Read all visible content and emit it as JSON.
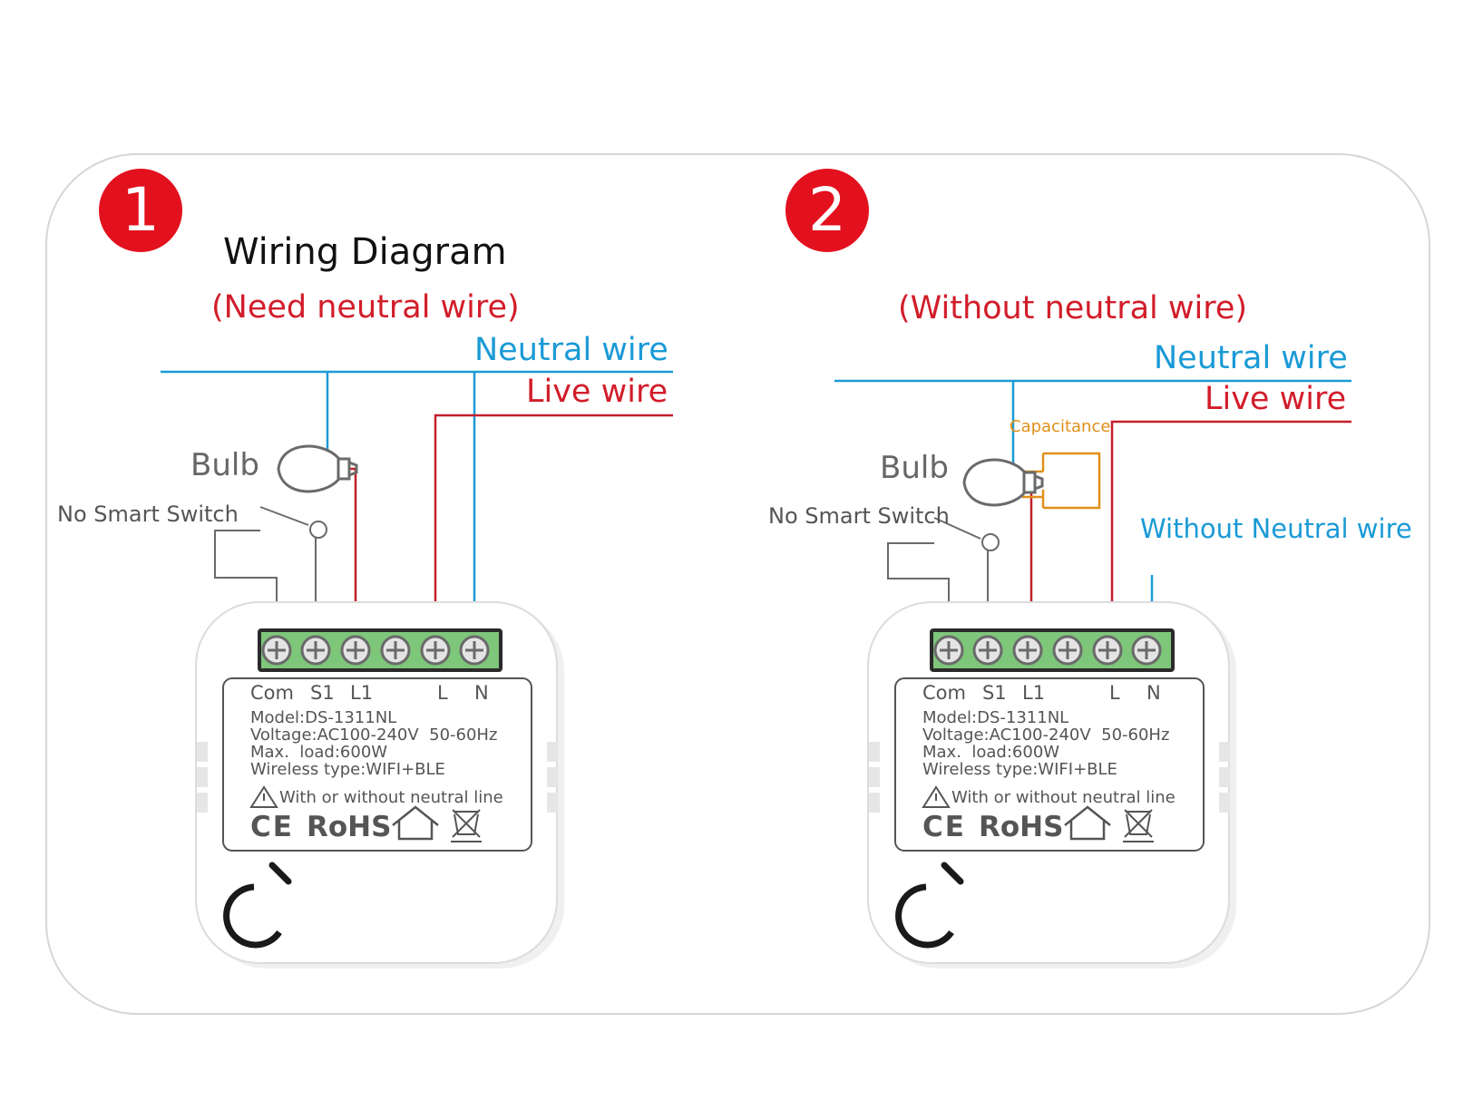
{
  "colors": {
    "accent_red": "#e3101e",
    "live_wire": "#c41e2a",
    "neutral_wire": "#1a9ad6",
    "capacitance": "#e0901a",
    "terminal_green": "#7ec67a"
  },
  "panels": [
    {
      "number": "1",
      "title": "Wiring Diagram",
      "condition": "(Need neutral wire)",
      "neutral_label": "Neutral wire",
      "live_label": "Live wire",
      "bulb_label": "Bulb",
      "switch_label": "No Smart Switch",
      "device": {
        "terminals": [
          "Com",
          "S1",
          "L1",
          "L",
          "N"
        ],
        "model": "Model:DS-1311NL",
        "voltage": "Voltage:AC100-240V  50-60Hz",
        "load": "Max.  load:600W",
        "wireless": "Wireless type:WIFI+BLE",
        "warning": "With or without neutral line",
        "ce_mark": "CE",
        "rohs": "RoHS"
      }
    },
    {
      "number": "2",
      "condition": "(Without neutral wire)",
      "neutral_label": "Neutral wire",
      "live_label": "Live wire",
      "bulb_label": "Bulb",
      "switch_label": "No Smart Switch",
      "capacitance_label": "Capacitance",
      "without_neutral_label": "Without Neutral wire",
      "device": {
        "terminals": [
          "Com",
          "S1",
          "L1",
          "L",
          "N"
        ],
        "model": "Model:DS-1311NL",
        "voltage": "Voltage:AC100-240V  50-60Hz",
        "load": "Max.  load:600W",
        "wireless": "Wireless type:WIFI+BLE",
        "warning": "With or without neutral line",
        "ce_mark": "CE",
        "rohs": "RoHS"
      }
    }
  ]
}
